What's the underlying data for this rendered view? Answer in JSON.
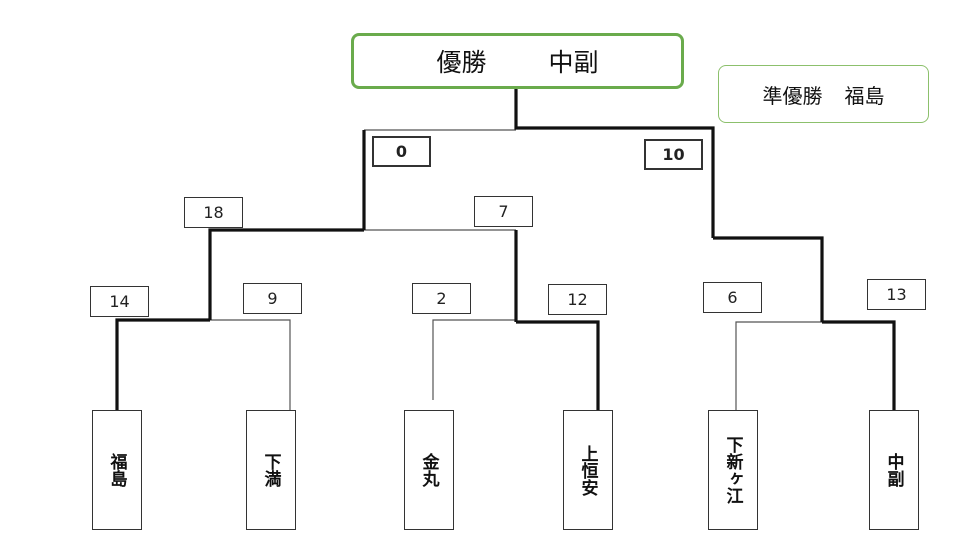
{
  "champion": {
    "label": "優勝",
    "name": "中副"
  },
  "runner_up": {
    "label": "準優勝",
    "name": "福島"
  },
  "teams": [
    "福島",
    "下満",
    "金丸",
    "上恒安",
    "下新ヶ江",
    "中副"
  ],
  "round1_scores": [
    "14",
    "9",
    "2",
    "12",
    "6",
    "13"
  ],
  "round2_scores": [
    "18",
    "7"
  ],
  "final_scores": [
    "0",
    "10"
  ]
}
